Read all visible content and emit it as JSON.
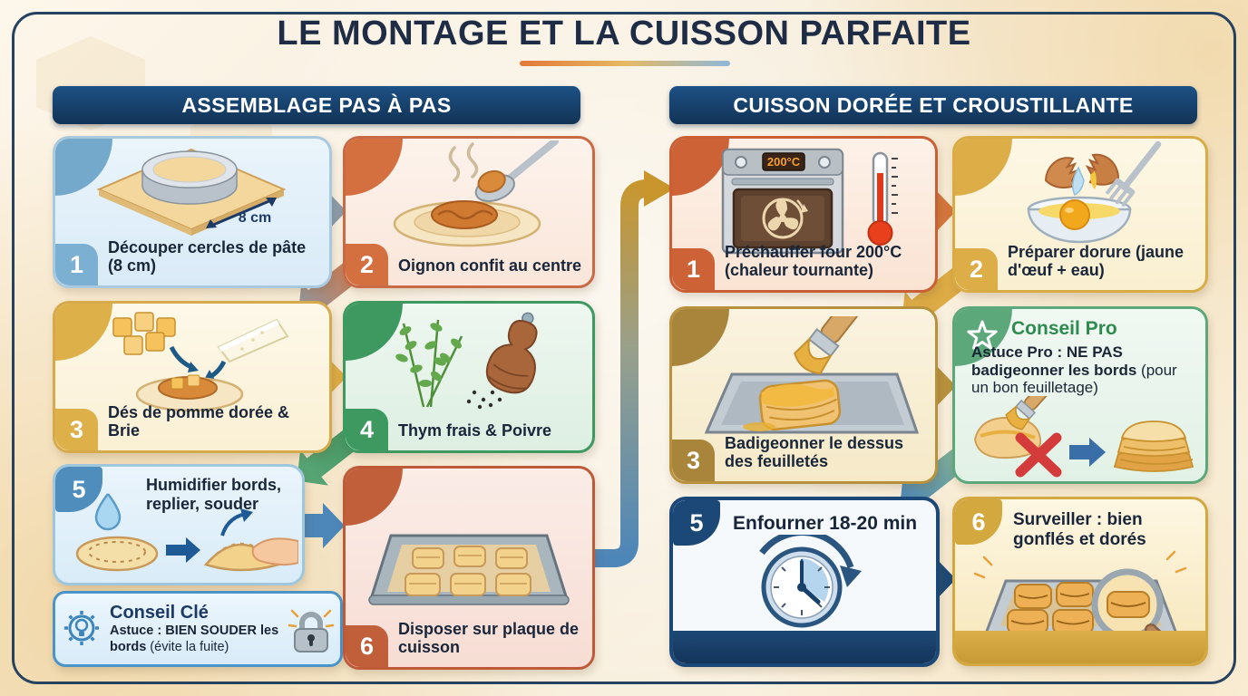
{
  "title": "LE MONTAGE ET LA CUISSON PARFAITE",
  "left": {
    "header": "ASSEMBLAGE PAS À PAS",
    "step1": {
      "num": "1",
      "label": "Découper cercles de pâte (8 cm)",
      "dim": "8 cm"
    },
    "step2": {
      "num": "2",
      "label": "Oignon confit au centre"
    },
    "step3": {
      "num": "3",
      "label": "Dés de pomme dorée & Brie"
    },
    "step4": {
      "num": "4",
      "label": "Thym frais & Poivre"
    },
    "step5": {
      "num": "5",
      "label": "Humidifier bords, replier, souder"
    },
    "step6": {
      "num": "6",
      "label": "Disposer sur plaque de cuisson"
    },
    "tip": {
      "title": "Conseil Clé",
      "bold": "Astuce : BIEN SOUDER les bords",
      "normal": " (évite la fuite)"
    }
  },
  "right": {
    "header": "CUISSON DORÉE ET CROUSTILLANTE",
    "step1": {
      "num": "1",
      "label": "Préchauffer four 200°C (chaleur tournante)",
      "oven_display": "200°C"
    },
    "step2": {
      "num": "2",
      "label": "Préparer dorure (jaune d'œuf + eau)"
    },
    "step3": {
      "num": "3",
      "label": "Badigeonner le dessus des feuilletés"
    },
    "step5": {
      "num": "5",
      "label": "Enfourner 18-20 min"
    },
    "step6": {
      "num": "6",
      "label": "Surveiller : bien gonflés et dorés"
    },
    "tip": {
      "title": "Conseil Pro",
      "bold": "Astuce Pro : NE PAS badigeonner les bords",
      "normal": " (pour un bon feuilletage)"
    }
  },
  "icons": {
    "tip_left_icon": "lightbulb-gear-icon",
    "tip_left_lock": "padlock-icon",
    "tip_pro_star": "star-icon",
    "watch_icon": "magnifying-glass-icon"
  },
  "colors": {
    "navy": "#1c3f6e",
    "header_blue": "#164a7c",
    "orange": "#cd6236",
    "gold": "#d9ab44",
    "green": "#3e9960",
    "blue": "#74a9cb",
    "red_cross": "#d43c3c",
    "background": "#f8efe0"
  }
}
